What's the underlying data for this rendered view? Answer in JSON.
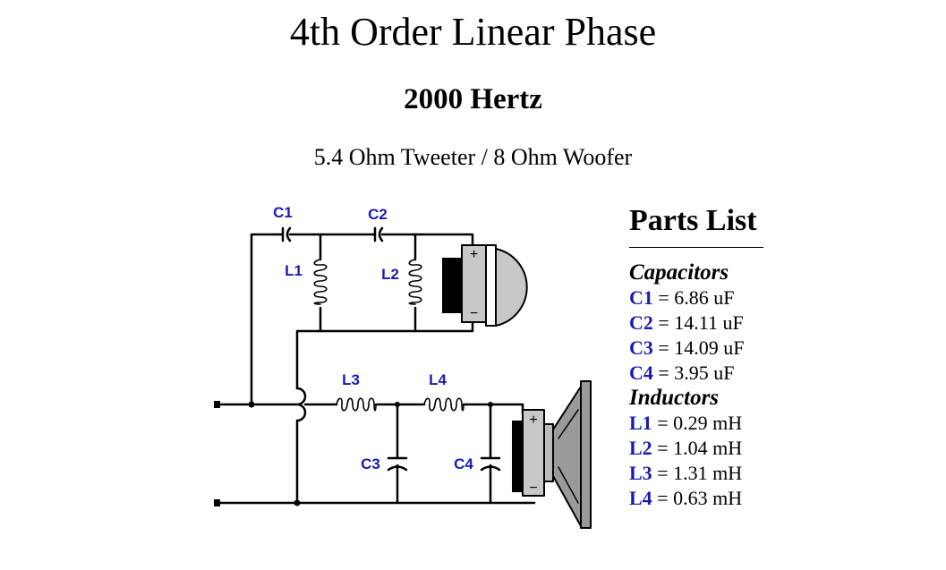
{
  "title": "4th Order Linear Phase",
  "frequency": "2000 Hertz",
  "subtitle": "5.4 Ohm Tweeter / 8 Ohm Woofer",
  "schematic": {
    "labels": {
      "c1": "C1",
      "c2": "C2",
      "c3": "C3",
      "c4": "C4",
      "l1": "L1",
      "l2": "L2",
      "l3": "L3",
      "l4": "L4",
      "plus": "+",
      "minus": "−"
    },
    "accent_color": "#1a1ab4"
  },
  "parts_list": {
    "title": "Parts List",
    "capacitors_heading": "Capacitors",
    "capacitors": [
      {
        "name": "C1",
        "value": " = 6.86 uF"
      },
      {
        "name": "C2",
        "value": " = 14.11 uF"
      },
      {
        "name": "C3",
        "value": " = 14.09 uF"
      },
      {
        "name": "C4",
        "value": " = 3.95 uF"
      }
    ],
    "inductors_heading": "Inductors",
    "inductors": [
      {
        "name": "L1",
        "value": " = 0.29 mH"
      },
      {
        "name": "L2",
        "value": " = 1.04 mH"
      },
      {
        "name": "L3",
        "value": " = 1.31 mH"
      },
      {
        "name": "L4",
        "value": " = 0.63 mH"
      }
    ]
  }
}
